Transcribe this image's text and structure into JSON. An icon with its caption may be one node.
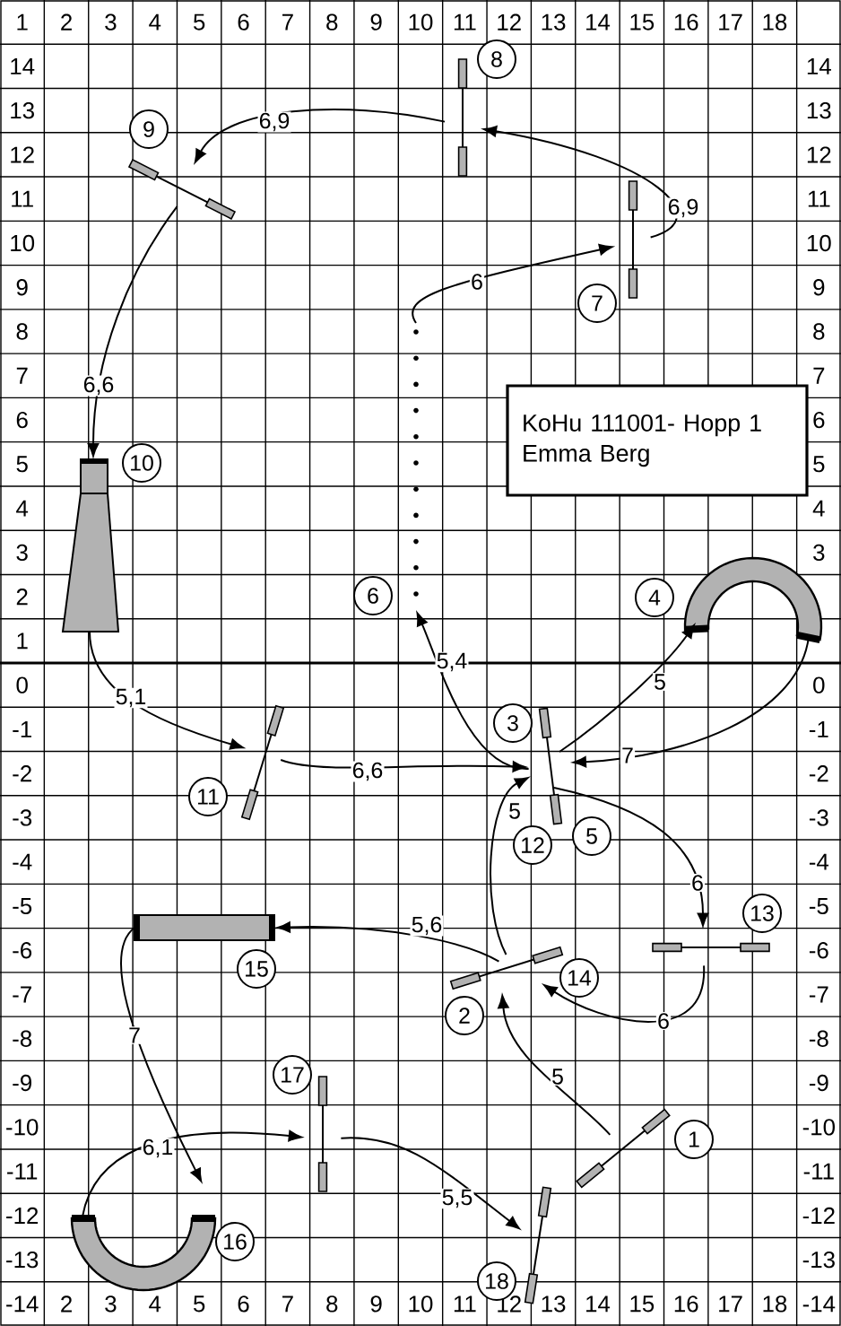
{
  "diagram": {
    "nodes": [
      {
        "text": [],
        "shape": "bar",
        "beside": [
          "1"
        ]
      },
      {
        "text": [],
        "shape": "bar",
        "beside": [
          "2",
          "14"
        ]
      },
      {
        "text": [],
        "shape": "bar",
        "beside": [
          "3",
          "5",
          "12"
        ]
      },
      {
        "text": [],
        "shape": "tube",
        "beside": [
          "4"
        ]
      },
      {
        "text": [],
        "shape": "dots",
        "beside": [
          "6"
        ]
      },
      {
        "text": [],
        "shape": "bar",
        "beside": [
          "7"
        ]
      },
      {
        "text": [],
        "shape": "bar",
        "beside": [
          "8"
        ]
      },
      {
        "text": [],
        "shape": "bar",
        "beside": [
          "9"
        ]
      },
      {
        "text": [],
        "shape": "funnel",
        "beside": [
          "10"
        ]
      },
      {
        "text": [],
        "shape": "bar",
        "beside": [
          "11"
        ]
      },
      {
        "text": [],
        "shape": "bar",
        "beside": [
          "13"
        ]
      },
      {
        "text": [],
        "shape": "tube",
        "beside": [
          "15"
        ]
      },
      {
        "text": [],
        "shape": "tube",
        "beside": [
          "16"
        ]
      },
      {
        "text": [],
        "shape": "bar",
        "beside": [
          "17"
        ]
      },
      {
        "text": [],
        "shape": "bar",
        "beside": [
          "18"
        ]
      },
      {
        "text": [
          "KoHu 111001- Hopp 1",
          "Emma Berg"
        ]
      }
    ],
    "edges": [
      {
        "from": 0,
        "to": 1,
        "arrow": "to",
        "label": "5"
      },
      {
        "from": 1,
        "to": 2,
        "arrow": "to",
        "label": "5"
      },
      {
        "from": 2,
        "to": 3,
        "arrow": "to",
        "label": "5"
      },
      {
        "from": 3,
        "to": 2,
        "arrow": "to",
        "label": "7"
      },
      {
        "from": 2,
        "to": 4,
        "arrow": "to",
        "label": "5,4"
      },
      {
        "from": 4,
        "to": 5,
        "arrow": "to",
        "label": "6"
      },
      {
        "from": 5,
        "to": 6,
        "arrow": "to",
        "label": "6,9"
      },
      {
        "from": 6,
        "to": 7,
        "arrow": "to",
        "label": "6,9"
      },
      {
        "from": 7,
        "to": 8,
        "arrow": "to",
        "label": "6,6"
      },
      {
        "from": 8,
        "to": 9,
        "arrow": "to",
        "label": "5,1"
      },
      {
        "from": 9,
        "to": 2,
        "arrow": "to",
        "label": "6,6"
      },
      {
        "from": 2,
        "to": 10,
        "arrow": "to",
        "label": "6"
      },
      {
        "from": 10,
        "to": 1,
        "arrow": "to",
        "label": "6"
      },
      {
        "from": 1,
        "to": 11,
        "arrow": "to",
        "label": "5,6"
      },
      {
        "from": 11,
        "to": 12,
        "arrow": "to",
        "label": "7"
      },
      {
        "from": 12,
        "to": 13,
        "arrow": "to",
        "label": "6,1"
      },
      {
        "from": 13,
        "to": 14,
        "arrow": "to",
        "label": "5,5"
      }
    ],
    "labels": [
      "1",
      "2",
      "3",
      "4",
      "5",
      "6",
      "7",
      "8",
      "9",
      "10",
      "11",
      "12",
      "13",
      "14",
      "15",
      "16",
      "17",
      "18",
      "14",
      "14",
      "13",
      "13",
      "12",
      "12",
      "11",
      "11",
      "10",
      "10",
      "9",
      "9",
      "8",
      "8",
      "7",
      "7",
      "6",
      "6",
      "5",
      "5",
      "4",
      "4",
      "3",
      "3",
      "2",
      "1",
      "0",
      "0",
      "-1",
      "-1",
      "-2",
      "-2",
      "-3",
      "-3",
      "-4",
      "-4",
      "-5",
      "-5",
      "-6",
      "-6",
      "-7",
      "-7",
      "-8",
      "-8",
      "-9",
      "-9",
      "-10",
      "-10",
      "-11",
      "-11",
      "-12",
      "-12",
      "-13",
      "-13",
      "-14",
      "2",
      "3",
      "4",
      "5",
      "6",
      "7",
      "8",
      "9",
      "10",
      "11",
      "12",
      "13",
      "14",
      "15",
      "16",
      "17",
      "18",
      "-14"
    ]
  }
}
